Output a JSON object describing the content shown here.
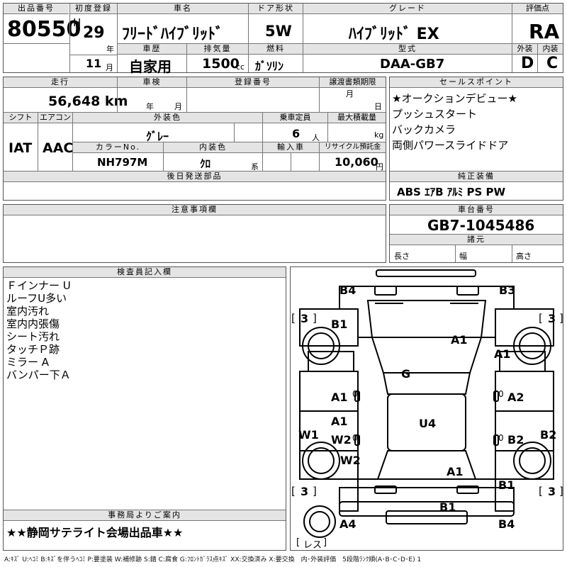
{
  "header": {
    "lot_label": "出品番号",
    "lot_number": "80550",
    "first_reg_label": "初度登録",
    "era": "H",
    "year": "29",
    "year_unit": "年",
    "month": "11",
    "month_unit": "月",
    "car_name_label": "車名",
    "car_name": "ﾌﾘｰﾄﾞﾊｲﾌﾞﾘｯﾄﾞ",
    "door_label": "ドア形状",
    "door_type": "5W",
    "grade_label": "グレード",
    "grade": "ﾊｲﾌﾞﾘｯﾄﾞ EX",
    "score_label": "評価点",
    "score": "RA",
    "history_label": "車歴",
    "history": "自家用",
    "displacement_label": "排気量",
    "displacement": "1500",
    "displacement_unit": "cc",
    "fuel_label": "燃料",
    "fuel": "ｶﾞｿﾘﾝ",
    "model_label": "型式",
    "model": "DAA-GB7",
    "exterior_label": "外装",
    "exterior": "D",
    "interior_label": "内装",
    "interior": "C"
  },
  "details": {
    "mileage_label": "走行",
    "mileage": "56,648 km",
    "inspection_label": "車検",
    "inspection_year_unit": "年",
    "inspection_month_unit": "月",
    "reg_no_label": "登録番号",
    "transfer_label": "譲渡書類期限",
    "transfer_month_unit": "月",
    "transfer_day_unit": "日",
    "shift_label": "シフト",
    "shift": "IAT",
    "ac_label": "エアコン",
    "ac": "AAC",
    "ext_color_label": "外装色",
    "ext_color": "ｸﾞﾚｰ",
    "capacity_label": "乗車定員",
    "capacity": "6",
    "capacity_unit": "人",
    "max_load_label": "最大積載量",
    "max_load_unit": "kg",
    "color_no_label": "カラーNo.",
    "color_no": "NH797M",
    "int_color_label": "内装色",
    "int_color": "ｸﾛ",
    "int_color_unit": "系",
    "import_label": "輸入車",
    "recycle_label": "リサイクル預託金",
    "recycle": "10,060",
    "recycle_unit": "円",
    "later_parts_label": "後日発送部品"
  },
  "sales_points": {
    "label": "セールスポイント",
    "lines": [
      "★オークションデビュー★",
      "プッシュスタート",
      "バックカメラ",
      "両側パワースライドドア"
    ]
  },
  "equipment": {
    "label": "純正装備",
    "value": "ABS ｴｱB ｱﾙﾐ PS PW"
  },
  "notes": {
    "label": "注意事項欄"
  },
  "chassis": {
    "label": "車台番号",
    "value": "GB7-1045486",
    "specs_label": "諸元",
    "length_label": "長さ",
    "width_label": "幅",
    "height_label": "高さ"
  },
  "inspector": {
    "label": "検査員記入欄",
    "lines": [
      "Ｆインナー U",
      "ルーフU多い",
      "室内汚れ",
      "室内内張傷",
      "シート汚れ",
      "タッチＰ跡",
      "ミラー A",
      "バンパー下Ａ"
    ]
  },
  "office": {
    "label": "事務局よりご案内",
    "message": "★★静岡サテライト会場出品車★★"
  },
  "diagram": {
    "marks": {
      "front_left": "B4",
      "front_right": "B3",
      "fender_left": "B1",
      "hood": "A1",
      "front_right_side": "A1",
      "front_glass": "G",
      "left_front_door": "A1",
      "right_front_door": "A2",
      "left_rear_door_1": "A1",
      "left_rear_door_2": "W2",
      "left_rocker": "W1",
      "left_quarter": "W2",
      "roof": "U4",
      "right_rear_door": "B2",
      "right_quarter": "B2",
      "rear_right": "A1",
      "rear_right_fender": "B1",
      "rear_bumper": "B1",
      "rear_left": "A4",
      "rear_right_corner": "B4",
      "tire_fl": "3",
      "tire_fr": "3",
      "tire_rl": "3",
      "tire_rr": "3",
      "spare": "レス",
      "door_l1_small": "0",
      "door_r1_small": "0",
      "door_l2_small": "0",
      "door_r2_small": "0"
    }
  },
  "legend": "A:ｷｽﾞ U:ﾍｺﾐ B:ｷｽﾞを伴うﾍｺﾐ P:要塗装 W:補修跡 S:錆 C:腐食 G:ﾌﾛﾝﾄｶﾞﾗｽ点ｷｽﾞ XX:交換済み X:要交換　内･外装評価　5段階ﾗﾝｸ順(A･B･C･D･E) 1"
}
